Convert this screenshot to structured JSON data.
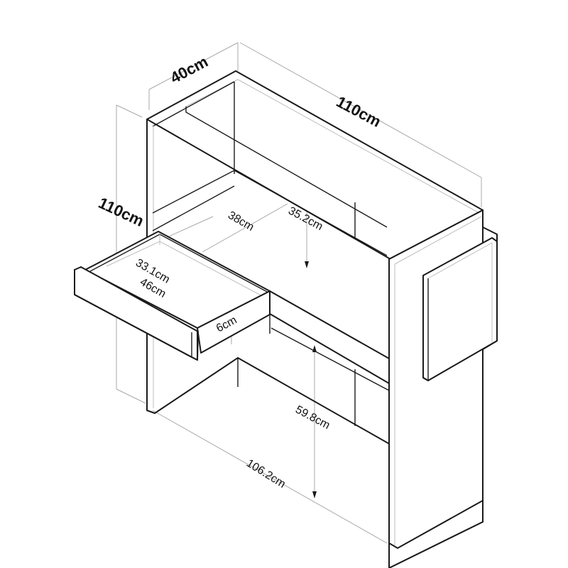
{
  "diagram": {
    "subject": "Desk / shelving unit with pull-out drawer and side door panel",
    "colors": {
      "background": "#ffffff",
      "outline": "#1a1a1a",
      "dimension_line": "#a8a8a8"
    },
    "overall_dimensions": {
      "depth": "40cm",
      "width": "110cm",
      "height": "110cm"
    },
    "interior_dimensions": {
      "upper_shelf_depth": "38cm",
      "upper_compartment_height": "35.2cm",
      "lower_compartment_height": "59.8cm",
      "inner_width": "106.2cm"
    },
    "drawer_dimensions": {
      "inner_depth": "33.1cm",
      "inner_width": "46cm",
      "height": "6cm"
    }
  }
}
